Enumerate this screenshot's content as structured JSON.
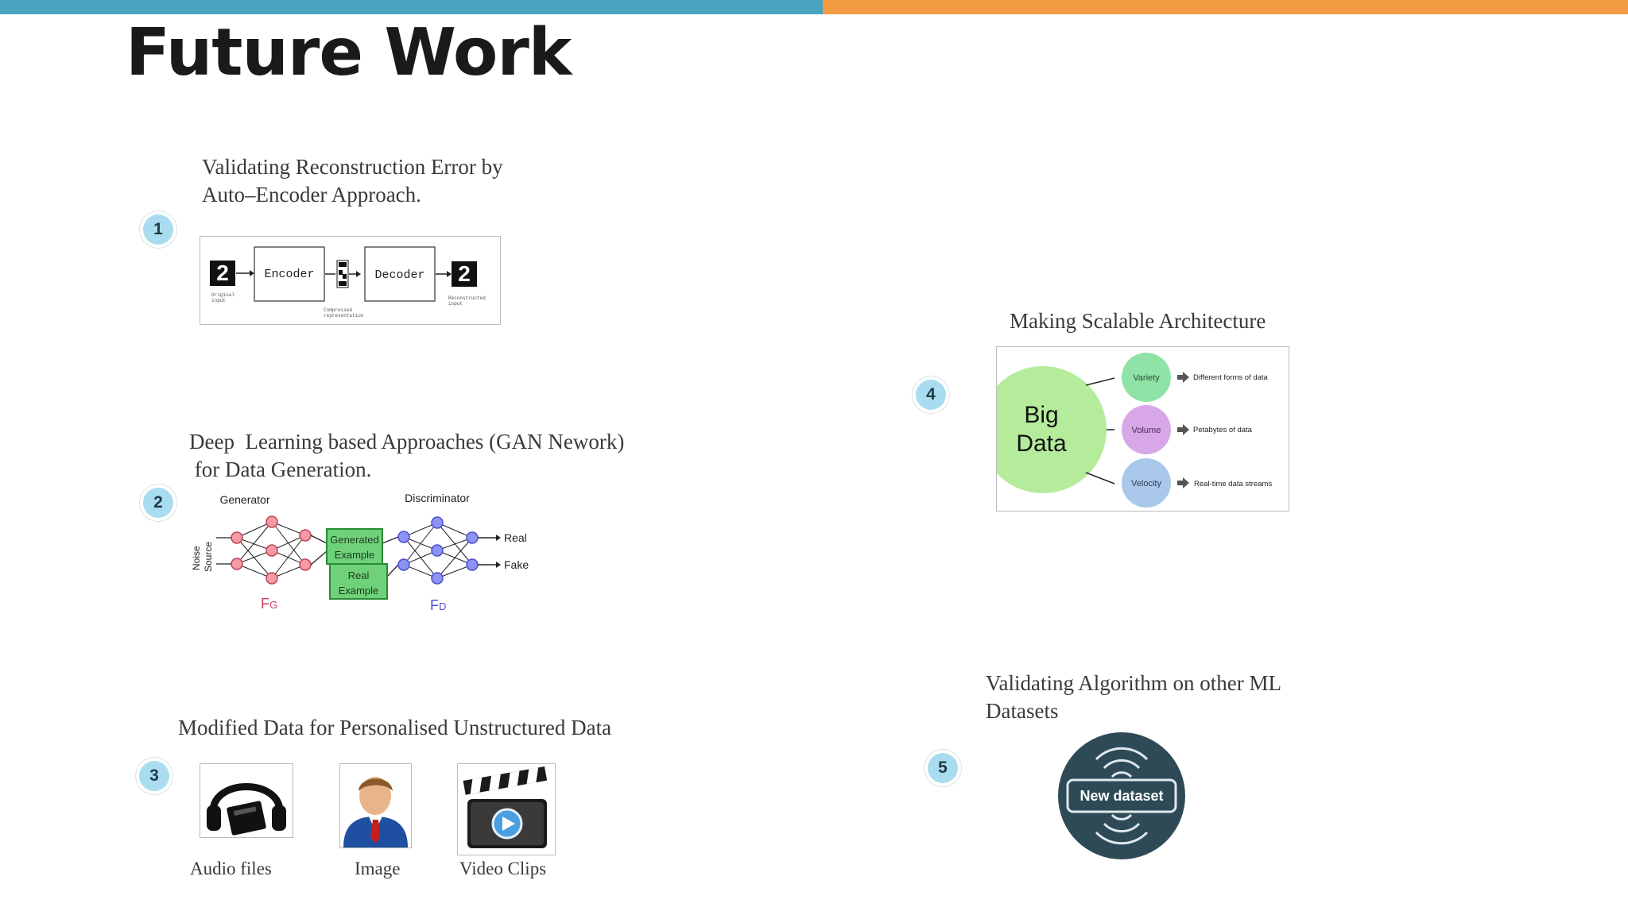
{
  "slide": {
    "title": "Future Work",
    "colors": {
      "bar_left": "#4aa3bf",
      "bar_right": "#f19a42",
      "badge": "#a9dcee"
    }
  },
  "items": [
    {
      "number": "1",
      "heading_lines": [
        "Validating Reconstruction Error by",
        "Auto–Encoder Approach."
      ],
      "diagram": {
        "encoder": "Encoder",
        "decoder": "Decoder",
        "digit": "2",
        "original_label": [
          "Original",
          "input"
        ],
        "compressed_label": [
          "Compressed",
          "representation"
        ],
        "reconstructed_label": [
          "Reconstructed",
          "input"
        ]
      }
    },
    {
      "number": "2",
      "heading_lines": [
        "Deep  Learning based Approaches (GAN Nework)",
        " for Data Generation."
      ],
      "diagram": {
        "generator": "Generator",
        "discriminator": "Discriminator",
        "noise": "Noise",
        "source": "Source",
        "generated": [
          "Generated",
          "Example"
        ],
        "real_example": [
          "Real",
          "Example"
        ],
        "real": "Real",
        "fake": "Fake",
        "fg": "F",
        "fg_sub": "G",
        "fd": "F",
        "fd_sub": "D"
      }
    },
    {
      "number": "3",
      "heading_lines": [
        "Modified Data for Personalised Unstructured Data"
      ],
      "media": [
        {
          "label": "Audio files",
          "icon": "headphones-icon"
        },
        {
          "label": "Image",
          "icon": "person-icon"
        },
        {
          "label": "Video Clips",
          "icon": "clapperboard-icon"
        }
      ]
    },
    {
      "number": "4",
      "heading_lines": [
        "Making Scalable Architecture"
      ],
      "diagram": {
        "center": [
          "Big",
          "Data"
        ],
        "vs": [
          {
            "name": "Variety",
            "desc": "Different forms of data",
            "color": "#8fe3a6"
          },
          {
            "name": "Volume",
            "desc": "Petabytes of data",
            "color": "#d7a7e8"
          },
          {
            "name": "Velocity",
            "desc": "Real-time data streams",
            "color": "#a9c8ea"
          }
        ]
      }
    },
    {
      "number": "5",
      "heading_lines": [
        "Validating Algorithm on other ML",
        "Datasets"
      ],
      "badge_label": "New dataset"
    }
  ]
}
